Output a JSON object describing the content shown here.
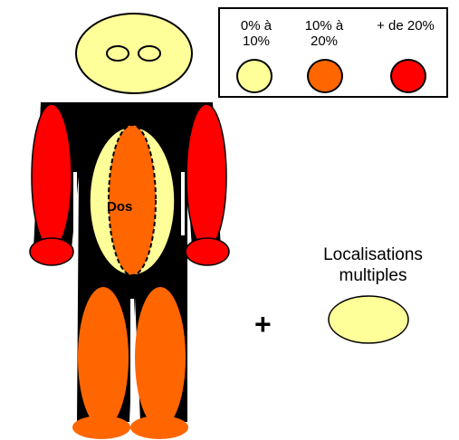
{
  "legend": {
    "items": [
      {
        "label": "0% à\n10%",
        "color": "#FFFF99"
      },
      {
        "label": "10% à\n20%",
        "color": "#FF6600"
      },
      {
        "label": "+ de 20%",
        "color": "#FF0000"
      }
    ]
  },
  "figure": {
    "body_part_label": "Dos",
    "multiple_label": "Localisations\nmultiples",
    "plus_sign": "+",
    "colors": {
      "body": "#000000",
      "head": "#FFFF99",
      "back_outer": "#FFFF99",
      "back_inner": "#FF6600",
      "arms": "#FF0000",
      "legs": "#FF6600",
      "multiple": "#FFFF99"
    }
  }
}
